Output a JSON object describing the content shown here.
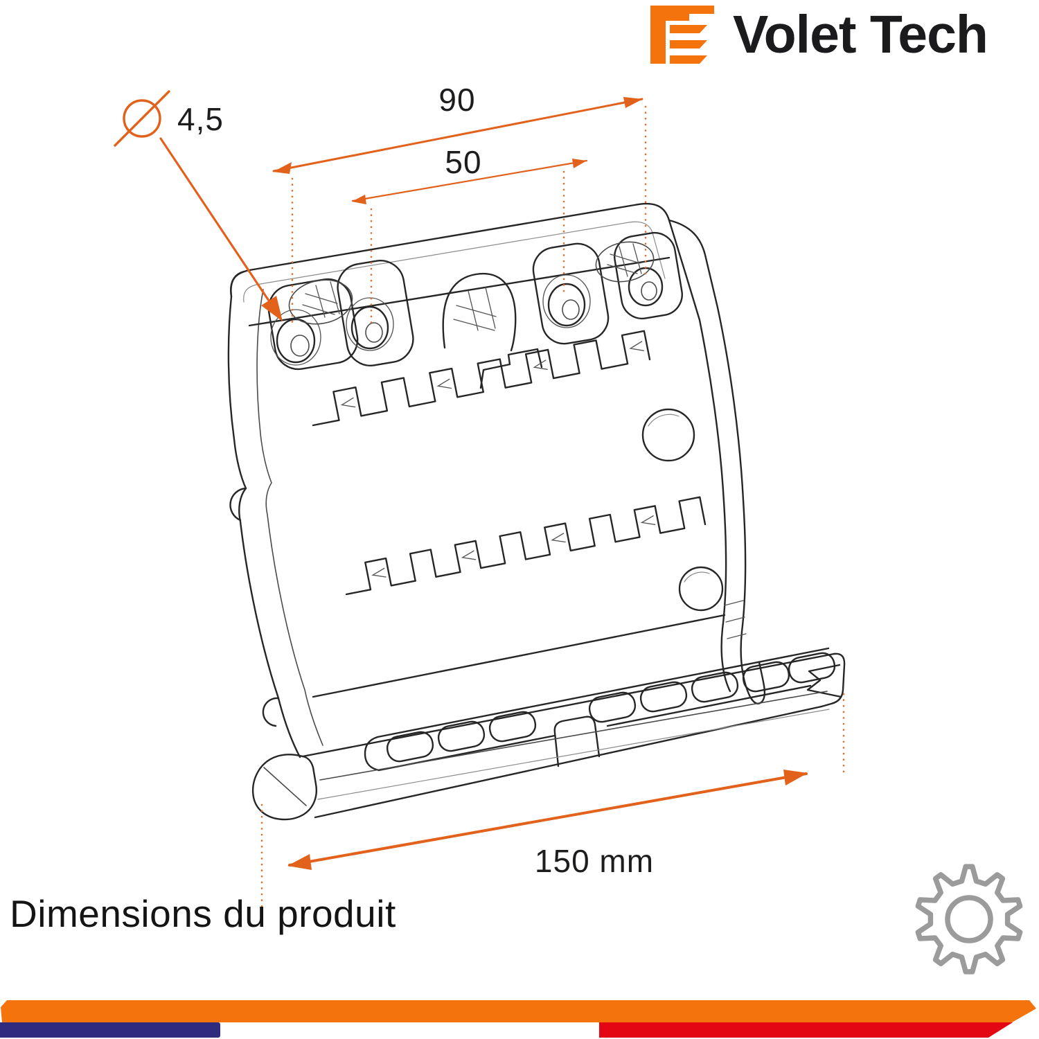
{
  "brand": {
    "name": "Volet Tech"
  },
  "caption": {
    "title": "Dimensions du produit"
  },
  "annotations": {
    "diameter": {
      "symbol": "⌀",
      "value": "4,5"
    },
    "top_width": {
      "value": "90"
    },
    "inner_width": {
      "value": "50"
    },
    "total_length": {
      "value": "150 mm"
    }
  },
  "colors": {
    "accent_orange": "#E2611B",
    "brand_orange": "#F4730C",
    "flag_navy": "#2F2C7E",
    "flag_red": "#E30613",
    "line_dark": "#262626",
    "gear_gray": "#9B9B9C"
  },
  "icons": {
    "logo": "roller-shutter-logo-icon",
    "footer": "gear-icon"
  }
}
